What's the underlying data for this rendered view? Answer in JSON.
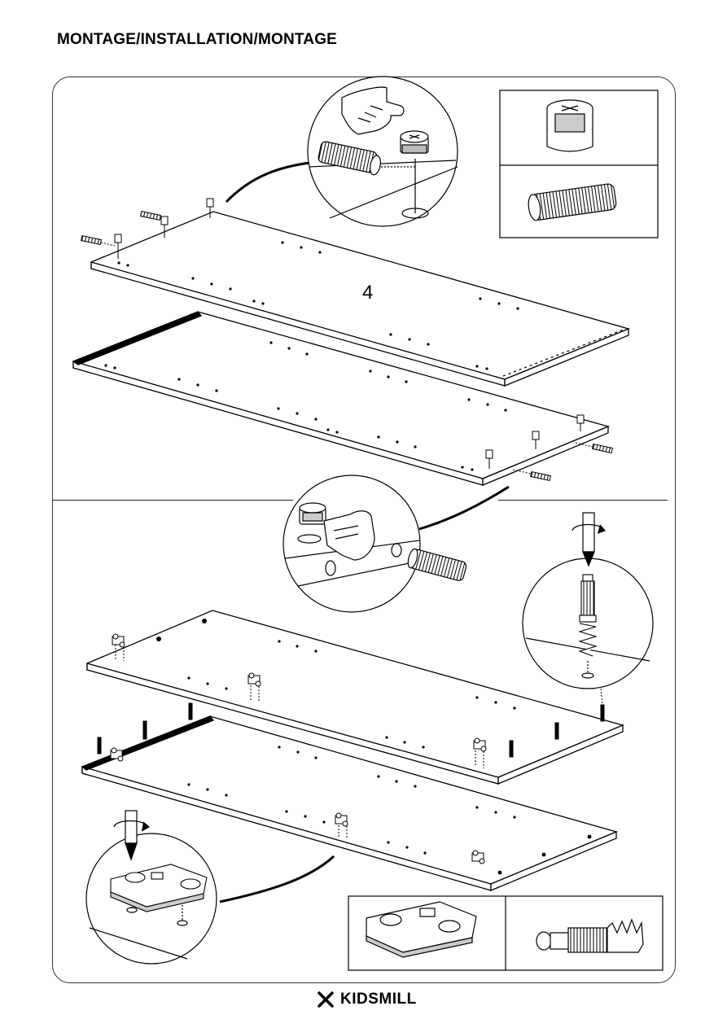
{
  "header": {
    "title": "MONTAGE/INSTALLATION/MONTAGE"
  },
  "step": {
    "number": "4"
  },
  "footer": {
    "brand": "KIDSMILL"
  }
}
